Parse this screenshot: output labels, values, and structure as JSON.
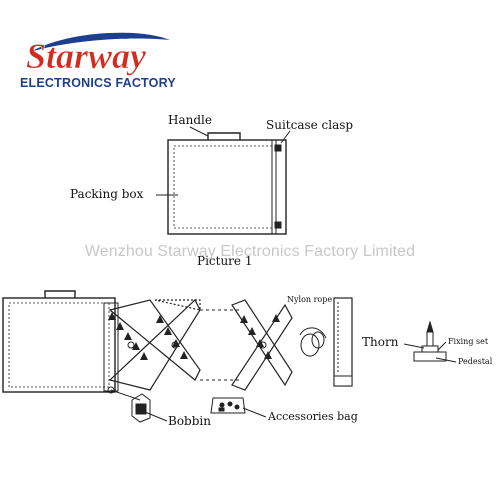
{
  "logo": {
    "brand": "Starway",
    "company": "ELECTRONICS FACTORY",
    "colors": {
      "brand_red": "#d42b1e",
      "brand_blue": "#1d3f8f"
    }
  },
  "watermark": "Wenzhou Starway Electronics Factory Limited",
  "picture1": {
    "handle": "Handle",
    "clasp": "Suitcase clasp",
    "box": "Packing box",
    "caption": "Picture 1"
  },
  "picture2": {
    "nylon_rope": "Nylon rope",
    "thorn": "Thorn",
    "fixing_set": "Fixing set",
    "pedestal": "Pedestal",
    "bobbin": "Bobbin",
    "accessories": "Accessories bag"
  }
}
